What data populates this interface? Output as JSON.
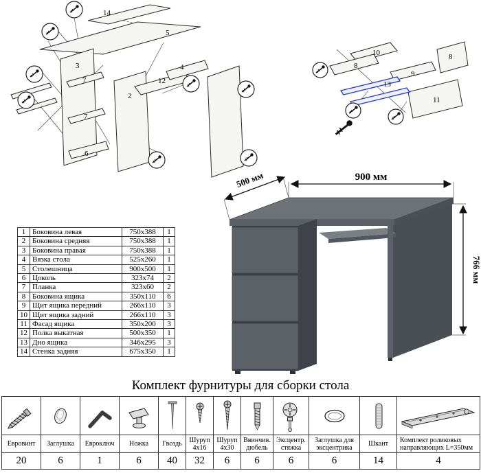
{
  "title": "Комплект фурнитуры для сборки стола",
  "desk": {
    "dim_width": "900 мм",
    "dim_depth": "500 мм",
    "dim_height": "766 мм"
  },
  "parts": {
    "rows": [
      {
        "n": "1",
        "name": "Боковина левая",
        "size": "750х388",
        "qty": "1"
      },
      {
        "n": "2",
        "name": "Боковина средняя",
        "size": "750х388",
        "qty": "1"
      },
      {
        "n": "3",
        "name": "Боковина правая",
        "size": "750х388",
        "qty": "1"
      },
      {
        "n": "4",
        "name": "Вязка стола",
        "size": "525х260",
        "qty": "1"
      },
      {
        "n": "5",
        "name": "Столешница",
        "size": "900х500",
        "qty": "1"
      },
      {
        "n": "6",
        "name": "Цоколь",
        "size": "323х74",
        "qty": "2"
      },
      {
        "n": "7",
        "name": "Планка",
        "size": "323х60",
        "qty": "2"
      },
      {
        "n": "8",
        "name": "Боковина ящика",
        "size": "350х110",
        "qty": "6"
      },
      {
        "n": "9",
        "name": "Щит ящика передний",
        "size": "266х110",
        "qty": "3"
      },
      {
        "n": "10",
        "name": "Щит ящика задний",
        "size": "266х110",
        "qty": "3"
      },
      {
        "n": "11",
        "name": "Фасад ящика",
        "size": "350х200",
        "qty": "3"
      },
      {
        "n": "12",
        "name": "Полка выкатная",
        "size": "500х350",
        "qty": "1"
      },
      {
        "n": "13",
        "name": "Дно ящика",
        "size": "346х295",
        "qty": "3"
      },
      {
        "n": "14",
        "name": "Стенка задняя",
        "size": "675х350",
        "qty": "1"
      }
    ]
  },
  "hardware": {
    "items": [
      {
        "name": "Евровинт",
        "qty": "20"
      },
      {
        "name": "Заглушка",
        "qty": "6"
      },
      {
        "name": "Евроключ",
        "qty": "1"
      },
      {
        "name": "Ножка",
        "qty": "6"
      },
      {
        "name": "Гвоздь",
        "qty": "40"
      },
      {
        "name": "Шуруп",
        "name2": "4х16",
        "qty": "32"
      },
      {
        "name": "Шуруп",
        "name2": "4х30",
        "qty": "6"
      },
      {
        "name": "Ввинчив.",
        "name2": "дюбель",
        "qty": "6"
      },
      {
        "name": "Эксцентр.",
        "name2": "стяжка",
        "qty": "6"
      },
      {
        "name": "Заглушка для",
        "name2": "эксцентрика",
        "qty": "6"
      },
      {
        "name": "Шкант",
        "qty": "14"
      },
      {
        "name": "Комплект роликовых",
        "name2": "направляющих L=350мм",
        "qty": "4"
      }
    ]
  },
  "labels": {
    "main": {
      "l2": "2",
      "l3": "3",
      "l4": "4",
      "l5": "5",
      "l6": "6",
      "l7a": "7",
      "l7b": "7",
      "l12": "12",
      "l14": "14"
    },
    "drawer": {
      "l8a": "8",
      "l8b": "8",
      "l9": "9",
      "l10": "10",
      "l11": "11",
      "l13": "13"
    }
  }
}
